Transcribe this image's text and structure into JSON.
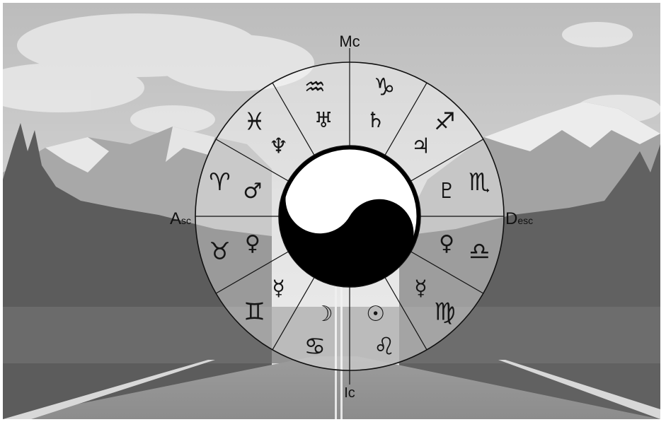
{
  "colors": {
    "sky_top": "#b9b9b9",
    "sky_bottom": "#dadada",
    "mountain": "#a9a9a9",
    "snow": "#eeeeee",
    "forest": "#5a5a5a",
    "road": "#9a9a9a",
    "ink": "#111111"
  },
  "labels": {
    "mc": "Mc",
    "ic": "Ic",
    "asc_big": "A",
    "asc_small": "sc",
    "desc_big": "D",
    "desc_small": "esc"
  },
  "zodiac": [
    {
      "name": "capricorn",
      "symbol": "♑"
    },
    {
      "name": "sagittarius",
      "symbol": "♐"
    },
    {
      "name": "scorpio",
      "symbol": "♏"
    },
    {
      "name": "libra",
      "symbol": "♎"
    },
    {
      "name": "virgo",
      "symbol": "♍"
    },
    {
      "name": "leo",
      "symbol": "♌"
    },
    {
      "name": "cancer",
      "symbol": "♋"
    },
    {
      "name": "gemini",
      "symbol": "♊"
    },
    {
      "name": "taurus",
      "symbol": "♉"
    },
    {
      "name": "aries",
      "symbol": "♈"
    },
    {
      "name": "pisces",
      "symbol": "♓"
    },
    {
      "name": "aquarius",
      "symbol": "♒"
    }
  ],
  "planets": [
    {
      "name": "saturn",
      "symbol": "♄"
    },
    {
      "name": "jupiter",
      "symbol": "♃"
    },
    {
      "name": "pluto",
      "symbol": "♇"
    },
    {
      "name": "venus",
      "symbol": "♀"
    },
    {
      "name": "mercury",
      "symbol": "☿"
    },
    {
      "name": "sun",
      "symbol": "☉"
    },
    {
      "name": "moon",
      "symbol": "☽"
    },
    {
      "name": "mercury",
      "symbol": "☿"
    },
    {
      "name": "venus",
      "symbol": "♀"
    },
    {
      "name": "mars",
      "symbol": "♂"
    },
    {
      "name": "neptune",
      "symbol": "♆"
    },
    {
      "name": "uranus",
      "symbol": "♅"
    }
  ]
}
